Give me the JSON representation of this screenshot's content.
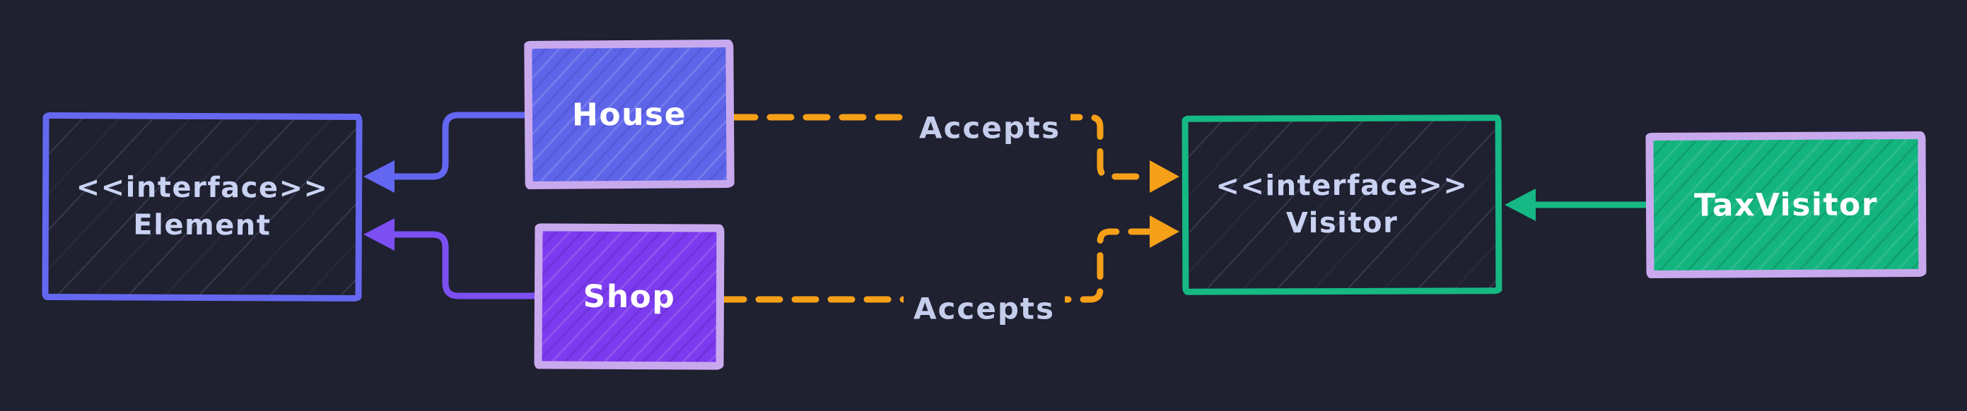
{
  "diagram_type": "uml-visitor-pattern",
  "nodes": {
    "element": {
      "stereotype": "<<interface>>",
      "name": "Element"
    },
    "house": {
      "name": "House"
    },
    "shop": {
      "name": "Shop"
    },
    "visitor": {
      "stereotype": "<<interface>>",
      "name": "Visitor"
    },
    "taxVisitor": {
      "name": "TaxVisitor"
    }
  },
  "edges": {
    "houseToElement": {
      "style": "solid",
      "from": "House",
      "to": "Element"
    },
    "shopToElement": {
      "style": "solid",
      "from": "Shop",
      "to": "Element"
    },
    "houseToVisitor": {
      "style": "dashed",
      "from": "House",
      "to": "Visitor",
      "label": "Accepts"
    },
    "shopToVisitor": {
      "style": "dashed",
      "from": "Shop",
      "to": "Visitor",
      "label": "Accepts"
    },
    "taxVisitorToVisitor": {
      "style": "solid",
      "from": "TaxVisitor",
      "to": "Visitor"
    }
  },
  "colors": {
    "background": "#1f2030",
    "element_border": "#6468f0",
    "class_border_lavender": "#c9a9ee",
    "house_fill": "#5e65e9",
    "shop_fill": "#7c3bee",
    "visitor_border_green": "#16b884",
    "tax_visitor_fill": "#14b480",
    "arrow_indigo": "#6266f0",
    "arrow_purple": "#7b4ff2",
    "arrow_orange": "#f5a018",
    "arrow_green": "#16b884",
    "node_text_light": "#c9d2f2",
    "node_text_white": "#ffffff",
    "edge_label_text": "#c4cdeb"
  }
}
